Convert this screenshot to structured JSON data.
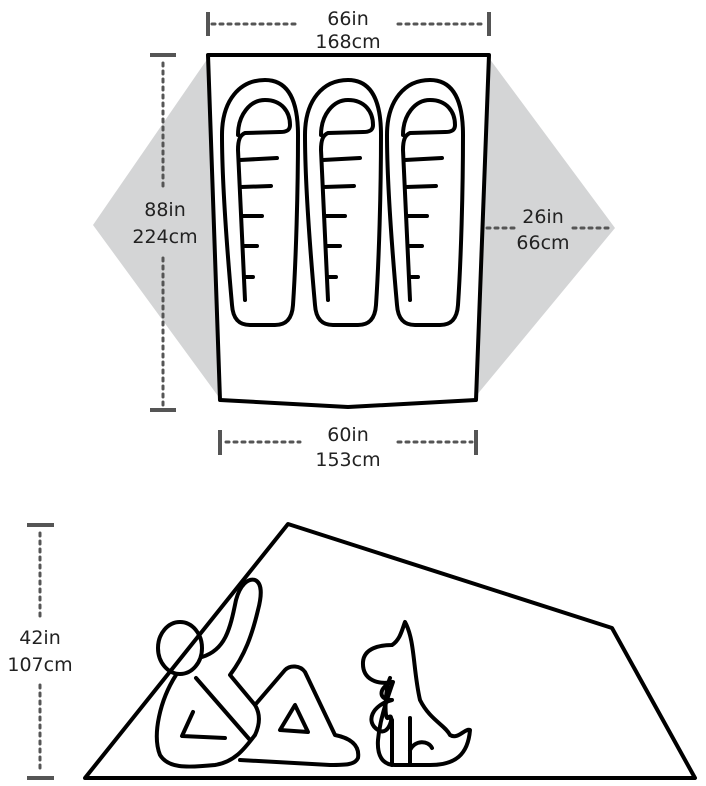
{
  "colors": {
    "vestibule": "#d4d5d6",
    "outline": "#000000",
    "dimension": "#555555"
  },
  "floor_plan": {
    "top_width": {
      "in": "66in",
      "cm": "168cm"
    },
    "length": {
      "in": "88in",
      "cm": "224cm"
    },
    "vestibule_depth": {
      "in": "26in",
      "cm": "66cm"
    },
    "bottom_width": {
      "in": "60in",
      "cm": "153cm"
    },
    "sleeping_bags": 3
  },
  "side_view": {
    "height": {
      "in": "42in",
      "cm": "107cm"
    },
    "figures": [
      "person-icon",
      "dog-icon"
    ]
  }
}
